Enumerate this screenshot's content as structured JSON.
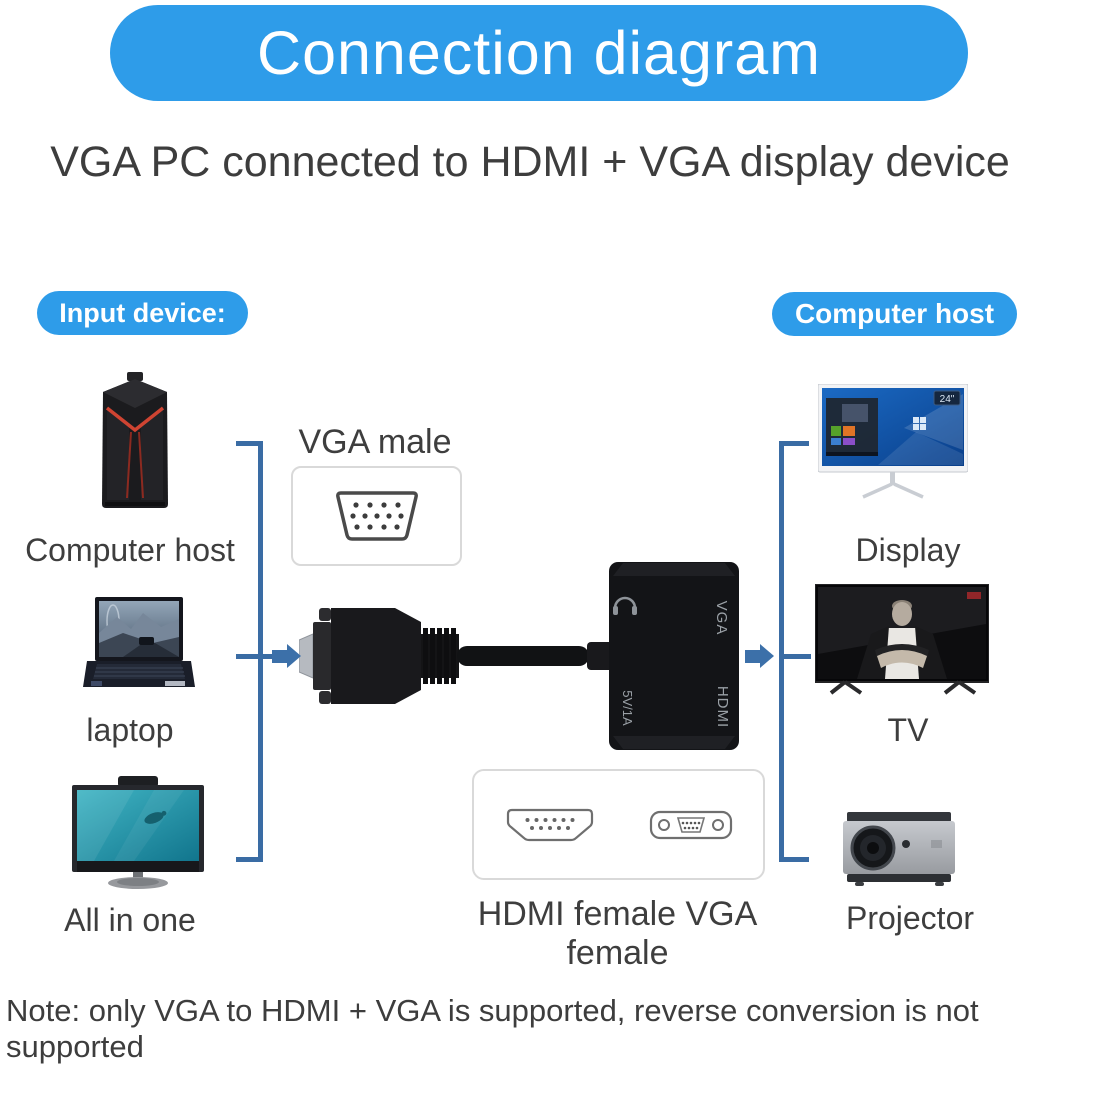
{
  "colors": {
    "accent_blue": "#2e9ce9",
    "connector_line_blue": "#3a6ca4",
    "arrow_blue": "#3c70a9",
    "text_dark": "#3d3d3d",
    "tower_accent_red": "#c8402e"
  },
  "banner": {
    "title": "Connection diagram"
  },
  "subtitle": "VGA PC connected to HDMI + VGA display device",
  "input_section": {
    "pill_label": "Input device:",
    "devices": [
      {
        "label": "Computer host"
      },
      {
        "label": "laptop"
      },
      {
        "label": "All in one"
      }
    ]
  },
  "output_section": {
    "pill_label": "Computer host",
    "monitor_badge": "24\"",
    "devices": [
      {
        "label": "Display"
      },
      {
        "label": "TV"
      },
      {
        "label": "Projector"
      }
    ]
  },
  "middle": {
    "vga_male_label": "VGA male",
    "female_ports_label": "HDMI female VGA female",
    "adapter_ports": {
      "vga": "VGA",
      "hdmi": "HDMI",
      "power": "5V/1A"
    }
  },
  "note": "Note: only VGA to HDMI + VGA is supported, reverse conversion is not supported"
}
